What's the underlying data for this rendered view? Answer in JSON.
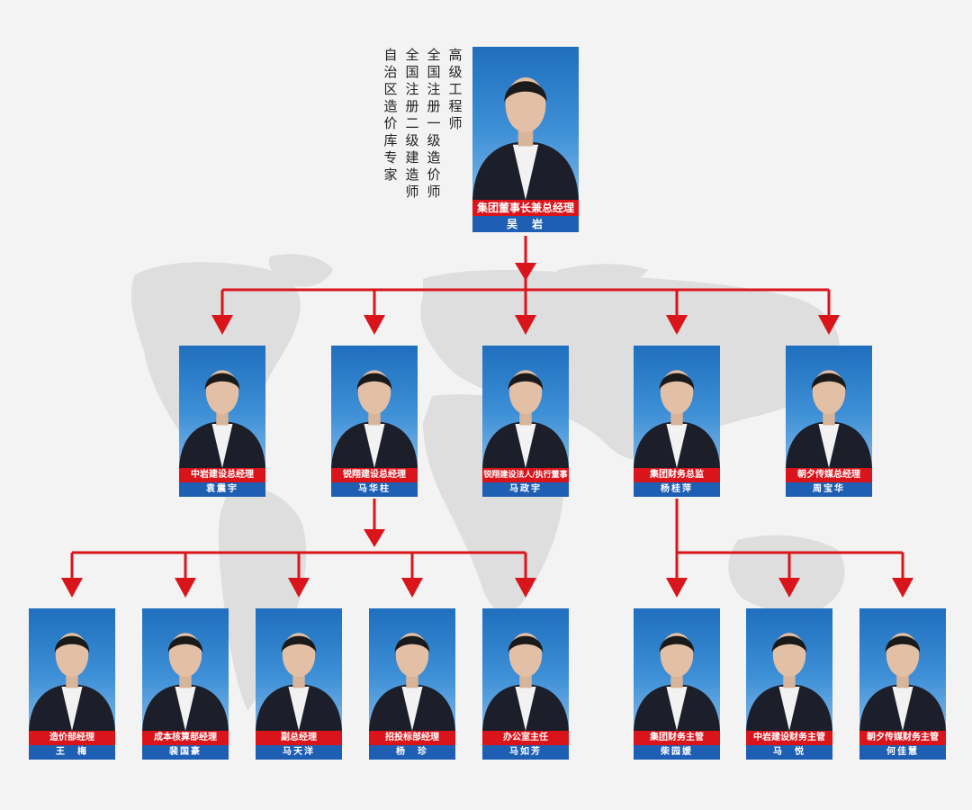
{
  "colors": {
    "arrow": "#d9141b",
    "title_bar": "#d9141b",
    "name_bar": "#1e5fb4",
    "map": "#dcdcdc"
  },
  "credentials": [
    "高级工程师",
    "全国注册一级造价师",
    "全国注册二级建造师",
    "自治区造价库专家"
  ],
  "chairman": {
    "title": "集团董事长兼总经理",
    "name": "吴　岩"
  },
  "level2": [
    {
      "title": "中岩建设总经理",
      "name": "袁震宇"
    },
    {
      "title": "锐翔建设总经理",
      "name": "马华柱"
    },
    {
      "title": "锐翔建设法人/执行董事",
      "name": "马政宇"
    },
    {
      "title": "集团财务总监",
      "name": "杨桂萍"
    },
    {
      "title": "朝夕传媒总经理",
      "name": "周宝华"
    }
  ],
  "level3_left": [
    {
      "title": "造价部经理",
      "name": "王　梅"
    },
    {
      "title": "成本核算部经理",
      "name": "裴国豪"
    },
    {
      "title": "副总经理",
      "name": "马天洋"
    },
    {
      "title": "招投标部经理",
      "name": "杨　珍"
    },
    {
      "title": "办公室主任",
      "name": "马如芳"
    }
  ],
  "level3_right": [
    {
      "title": "集团财务主管",
      "name": "柴园媛"
    },
    {
      "title": "中岩建设财务主管",
      "name": "马　悦"
    },
    {
      "title": "朝夕传媒财务主管",
      "name": "何佳慧"
    }
  ]
}
